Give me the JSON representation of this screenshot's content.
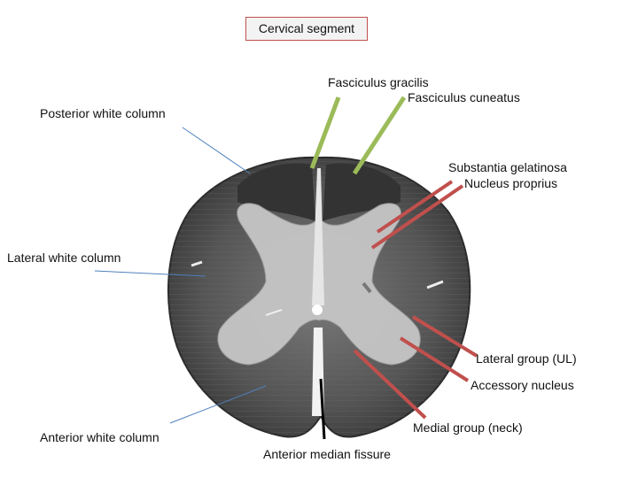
{
  "title": "Cervical segment",
  "labels": {
    "fasciculus_gracilis": "Fasciculus gracilis",
    "fasciculus_cuneatus": "Fasciculus cuneatus",
    "posterior_white_column": "Posterior white column",
    "substantia_gelatinosa": "Substantia gelatinosa",
    "nucleus_proprius": "Nucleus proprius",
    "lateral_white_column": "Lateral  white column",
    "lateral_group": "Lateral group (UL)",
    "accessory_nucleus": "Accessory nucleus",
    "medial_group": "Medial group (neck)",
    "anterior_white_column": "Anterior white column",
    "anterior_median_fissure": "Anterior median fissure"
  },
  "colors": {
    "green_pointer": "#9bbb59",
    "red_pointer": "#c0504d",
    "blue_pointer": "#4f81bd",
    "black_pointer": "#000000",
    "white_matter": "#5e5e5e",
    "grey_matter": "#c9c9c9"
  }
}
